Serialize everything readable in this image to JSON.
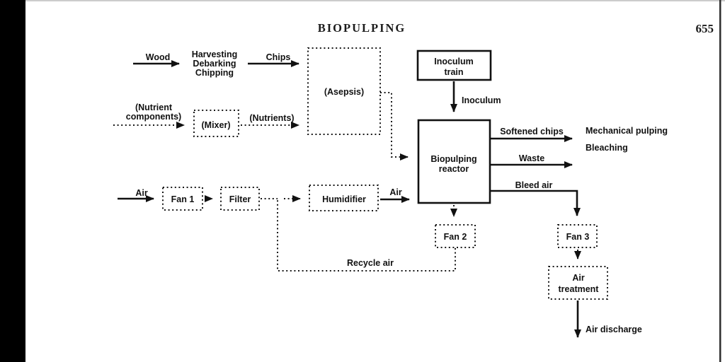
{
  "page": {
    "title": "BIOPULPING",
    "page_number": "655"
  },
  "diagram": {
    "nodes": {
      "harvesting": {
        "lines": [
          "Harvesting",
          "Debarking",
          "Chipping"
        ]
      },
      "asepsis": {
        "label": "(Asepsis)"
      },
      "mixer": {
        "label": "(Mixer)"
      },
      "inoculum_train": {
        "lines": [
          "Inoculum",
          "train"
        ]
      },
      "reactor": {
        "lines": [
          "Biopulping",
          "reactor"
        ]
      },
      "fan1": {
        "label": "Fan 1"
      },
      "filter": {
        "label": "Filter"
      },
      "humidifier": {
        "label": "Humidifier"
      },
      "fan2": {
        "label": "Fan 2"
      },
      "fan3": {
        "label": "Fan 3"
      },
      "air_treatment": {
        "lines": [
          "Air",
          "treatment"
        ]
      }
    },
    "flow_labels": {
      "wood": "Wood",
      "chips": "Chips",
      "nutrient_components": {
        "lines": [
          "(Nutrient",
          "components)"
        ]
      },
      "nutrients": "(Nutrients)",
      "inoculum": "Inoculum",
      "air_in": "Air",
      "air_humidified": "Air",
      "softened_chips": "Softened chips",
      "mechanical_pulping": "Mechanical pulping",
      "bleaching": "Bleaching",
      "waste": "Waste",
      "bleed_air": "Bleed air",
      "recycle_air": "Recycle air",
      "air_discharge": "Air discharge"
    },
    "colors": {
      "ink": "#161616",
      "page": "#ffffff",
      "left_bar": "#000000"
    }
  }
}
